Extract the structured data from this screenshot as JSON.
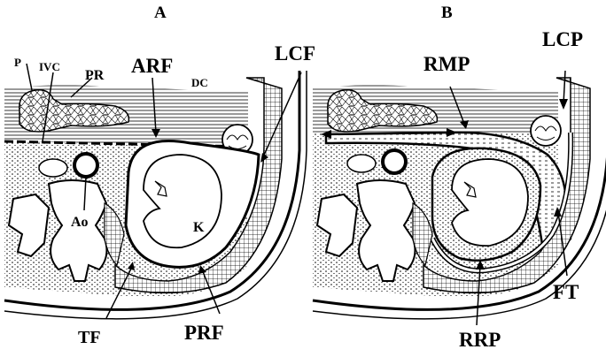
{
  "panel_a": {
    "title": "A",
    "labels": {
      "p": "P",
      "ivc": "IVC",
      "pr": "PR",
      "arf": "ARF",
      "lcf": "LCF",
      "dc": "DC",
      "ao": "Ao",
      "k": "K",
      "tf": "TF",
      "prf": "PRF"
    }
  },
  "panel_b": {
    "title": "B",
    "labels": {
      "rmp": "RMP",
      "lcp": "LCP",
      "ft": "FT",
      "rrp": "RRP"
    }
  }
}
